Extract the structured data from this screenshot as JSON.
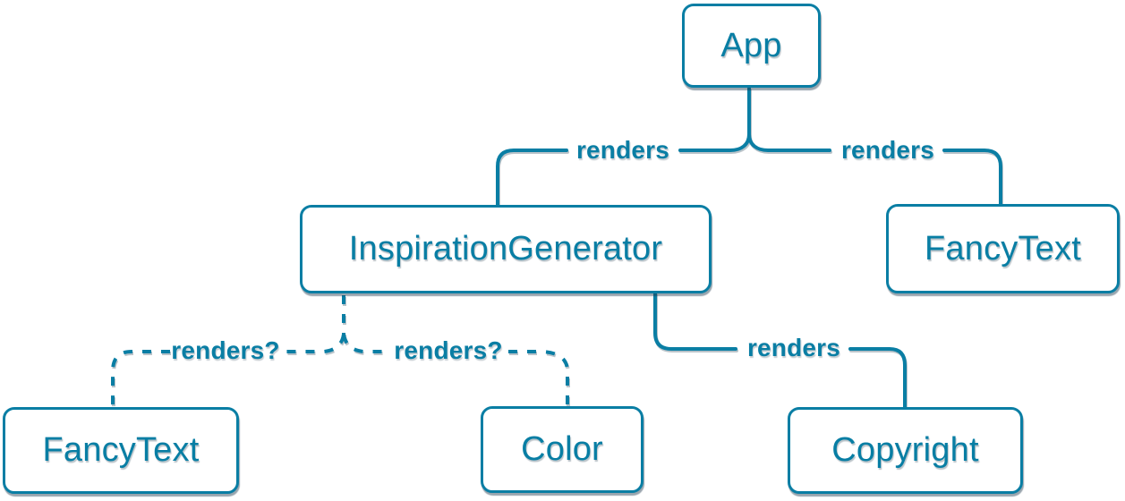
{
  "diagram": {
    "description": "React component render tree",
    "colors": {
      "accent": "#0a7ea4",
      "node_text": "#087ea4",
      "bg": "#ffffff",
      "shadow": "rgba(28, 56, 75, 0.45)"
    },
    "nodes": [
      {
        "id": "app",
        "label": "App"
      },
      {
        "id": "inspirationgenerator",
        "label": "InspirationGenerator"
      },
      {
        "id": "fancytext-right",
        "label": "FancyText"
      },
      {
        "id": "fancytext-left",
        "label": "FancyText"
      },
      {
        "id": "color",
        "label": "Color"
      },
      {
        "id": "copyright",
        "label": "Copyright"
      }
    ],
    "edges": [
      {
        "from": "App",
        "to": "InspirationGenerator",
        "label": "renders",
        "style": "solid"
      },
      {
        "from": "App",
        "to": "FancyText",
        "label": "renders",
        "style": "solid"
      },
      {
        "from": "InspirationGenerator",
        "to": "FancyText",
        "label": "renders?",
        "style": "dashed"
      },
      {
        "from": "InspirationGenerator",
        "to": "Color",
        "label": "renders?",
        "style": "dashed"
      },
      {
        "from": "InspirationGenerator",
        "to": "Copyright",
        "label": "renders",
        "style": "solid"
      }
    ]
  }
}
